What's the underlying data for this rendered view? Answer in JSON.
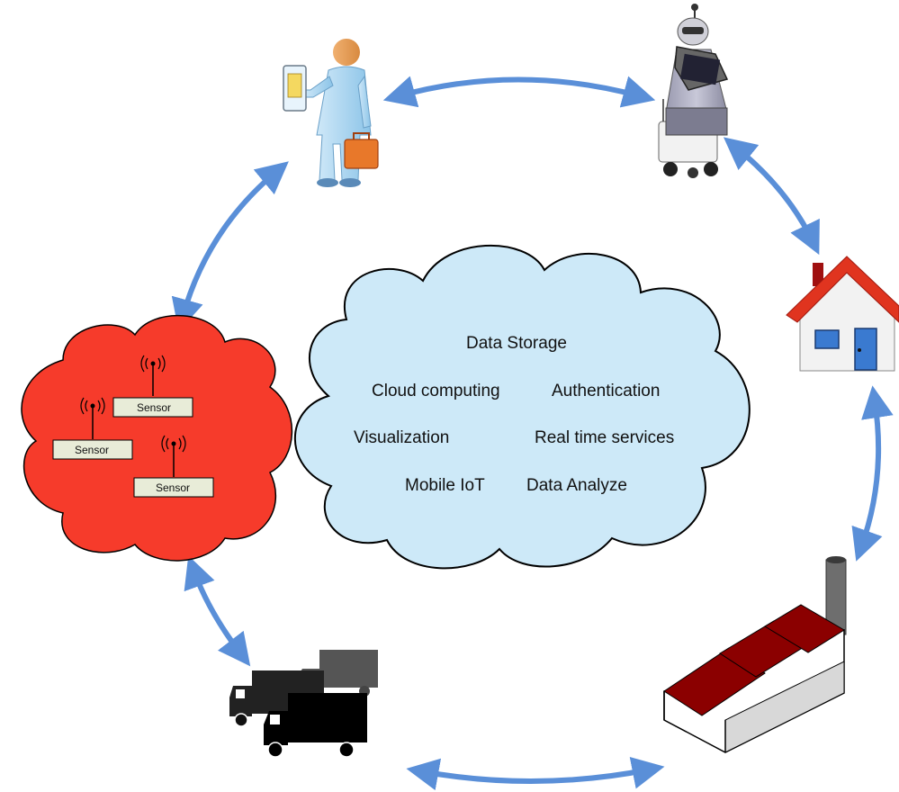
{
  "cloud": {
    "services": {
      "data_storage": "Data Storage",
      "cloud_computing": "Cloud computing",
      "authentication": "Authentication",
      "visualization": "Visualization",
      "real_time_services": "Real time services",
      "mobile_iot": "Mobile IoT",
      "data_analyze": "Data Analyze"
    },
    "fill_color": "#cde9f8"
  },
  "sensor_cloud": {
    "fill_color": "#f63b2b",
    "sensors": [
      "Sensor",
      "Sensor",
      "Sensor"
    ]
  },
  "colors": {
    "arrow": "#5a8fd8",
    "roof": "#e0341f",
    "factory_roof": "#8b0000"
  },
  "icons": [
    "person-with-device-icon",
    "robot-icon",
    "house-icon",
    "factory-icon",
    "trucks-icon",
    "sensor-network-icon"
  ]
}
